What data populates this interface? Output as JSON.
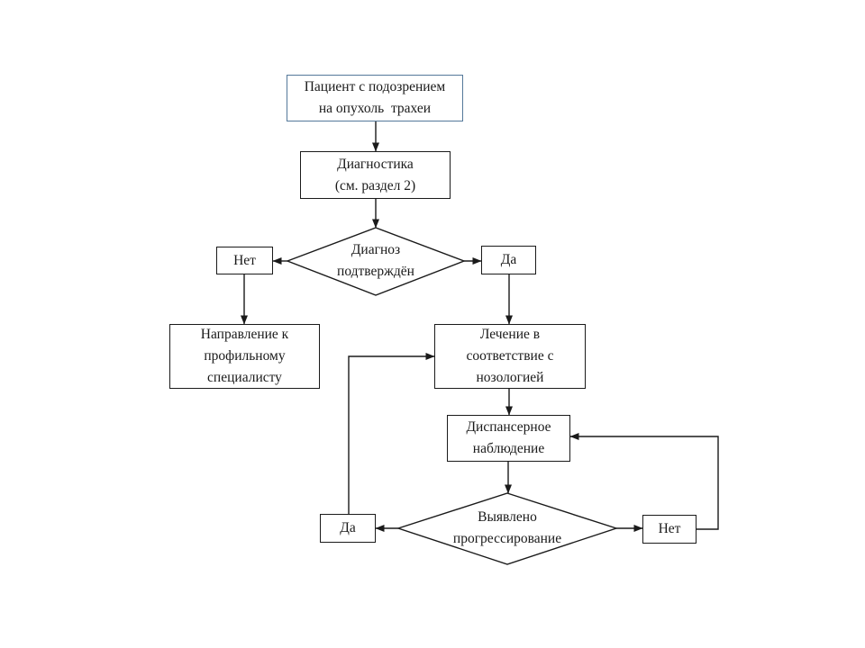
{
  "diagram": {
    "type": "flowchart",
    "language": "ru",
    "nodes": {
      "patient": {
        "label": "Пациент с подозрением\nна опухоль  трахеи"
      },
      "diagnostics": {
        "label": "Диагностика\n(см. раздел 2)"
      },
      "diagnosis_confirmed": {
        "label": "Диагноз\nподтверждён"
      },
      "no_top": {
        "label": "Нет"
      },
      "yes_top": {
        "label": "Да"
      },
      "referral": {
        "label": "Направление к\nпрофильному\nспециалисту"
      },
      "treatment": {
        "label": "Лечение в\nсоответствие с\nнозологией"
      },
      "followup": {
        "label": "Диспансерное\nнаблюдение"
      },
      "progression_detected": {
        "label": "Выявлено\nпрогрессирование"
      },
      "yes_bottom": {
        "label": "Да"
      },
      "no_bottom": {
        "label": "Нет"
      }
    },
    "colors": {
      "background": "#ffffff",
      "box_border": "#1a1a1a",
      "start_box_border": "#54789a",
      "connector": "#1a1a1a",
      "text": "#1a1a1a"
    }
  }
}
